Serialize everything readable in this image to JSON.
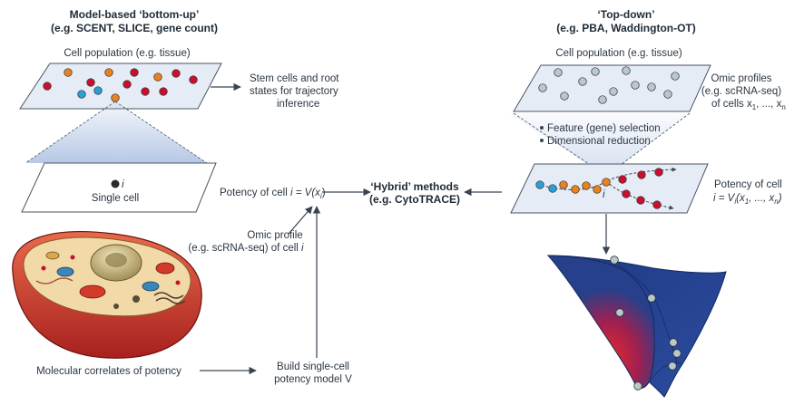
{
  "left": {
    "title_line1": "Model-based ‘bottom-up’",
    "title_line2": "(e.g. SCENT, SLICE, gene count)",
    "population_label": "Cell population (e.g. tissue)",
    "stem_line1": "Stem cells and root",
    "stem_line2": "states for trajectory",
    "stem_line3": "inference",
    "single_cell_marker": "i",
    "single_cell_label": "Single cell",
    "potency_prefix": "Potency of cell ",
    "potency_formula": "i = V(x",
    "potency_sub": "i",
    "potency_close": ")",
    "omic_line1": "Omic profile",
    "omic_line2": "(e.g. scRNA-seq) of cell ",
    "omic_cell": "i",
    "molecular_label": "Molecular correlates of potency",
    "build_line1": "Build single-cell",
    "build_line2": "potency model V"
  },
  "center": {
    "hybrid_line1": "‘Hybrid’ methods",
    "hybrid_line2": "(e.g. CytoTRACE)"
  },
  "right": {
    "title_line1": "‘Top-down’",
    "title_line2": "(e.g. PBA, Waddington-OT)",
    "population_label": "Cell population (e.g. tissue)",
    "omic_line1": "Omic profiles",
    "omic_line2": "(e.g. scRNA-seq)",
    "omic_line3a": "of cells x",
    "omic_sub1": "1",
    "omic_line3b": ", ..., x",
    "omic_subn": "n",
    "bullet1": "Feature (gene) selection",
    "bullet2": "Dimensional reduction",
    "cell_marker": "i",
    "potency_line1": "Potency of cell",
    "potency_line2a": "i = V",
    "potency_sub_i": "i",
    "potency_line2b": "(x",
    "potency_sub_1": "1",
    "potency_line2c": ", ..., x",
    "potency_sub_n": "n",
    "potency_line2d": ")"
  },
  "colors": {
    "plane_fill": "#e6ecf6",
    "red_cell": "#c8102e",
    "orange_cell": "#e8821e",
    "blue_cell": "#2a9fd6",
    "grey_cell": "#b7c9cc",
    "landscape_blue": "#27408b",
    "landscape_red": "#e0232a",
    "arrow": "#3a4450"
  }
}
